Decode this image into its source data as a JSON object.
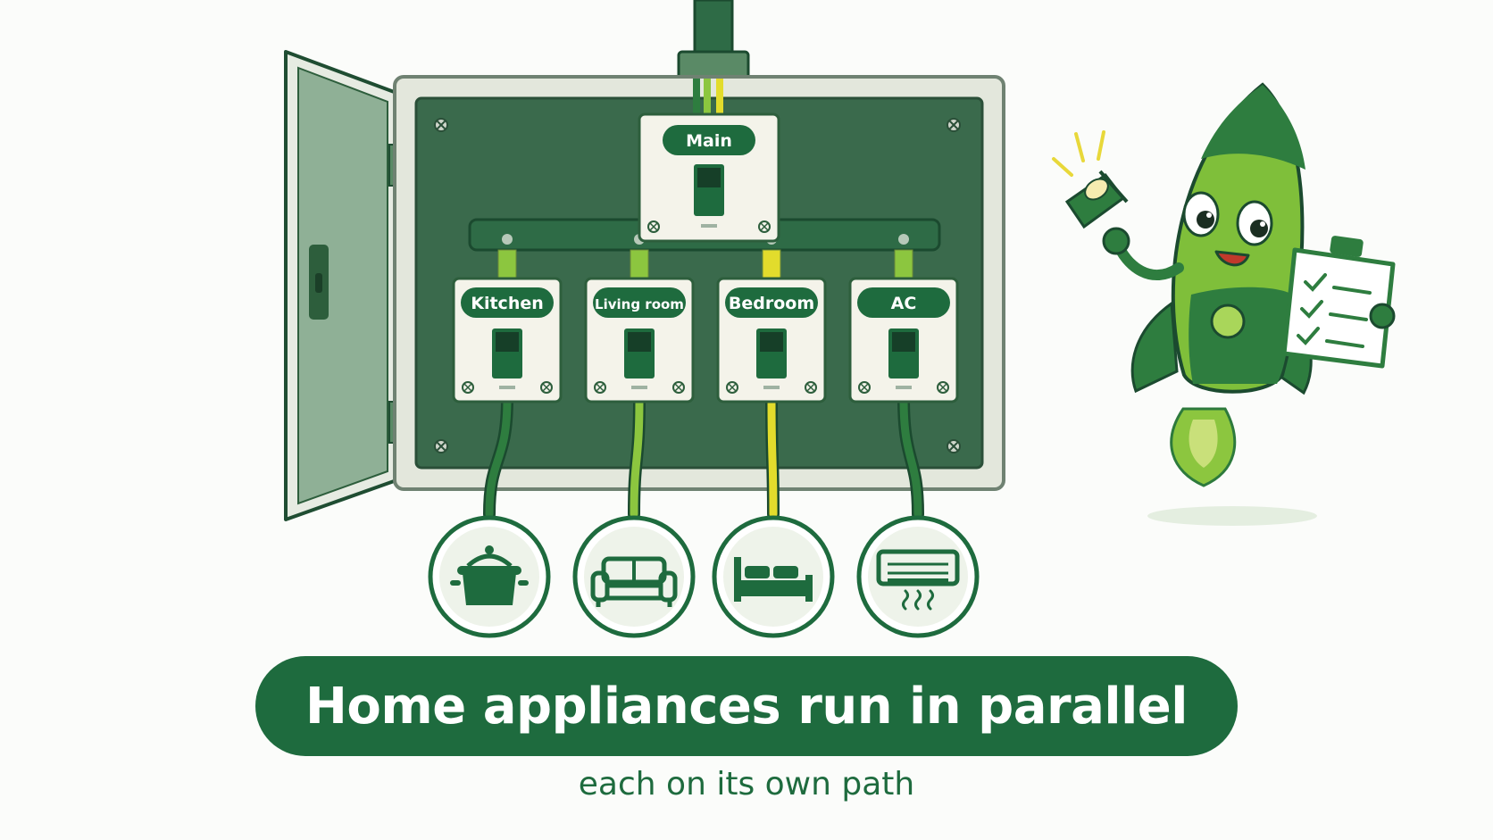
{
  "colors": {
    "dark_green": "#1e6b3e",
    "panel_green": "#3a6a4c",
    "light_green": "#8cc63f",
    "yellow": "#e2dc2c",
    "cream": "#f4f3ea",
    "text_green": "#1e6b3e"
  },
  "panel": {
    "main_breaker_label": "Main",
    "circuits": [
      {
        "label": "Kitchen",
        "wire_color": "#2e7d3f",
        "appliance_icon": "cooking-pot-icon"
      },
      {
        "label": "Living room",
        "wire_color": "#8cc63f",
        "appliance_icon": "sofa-icon"
      },
      {
        "label": "Bedroom",
        "wire_color": "#e2dc2c",
        "appliance_icon": "bed-icon"
      },
      {
        "label": "AC",
        "wire_color": "#2e7d3f",
        "appliance_icon": "air-conditioner-icon"
      }
    ]
  },
  "mascot": {
    "character": "rocket-mascot-icon",
    "holding": [
      "flashlight-icon",
      "clipboard-checklist-icon"
    ]
  },
  "caption": {
    "title": "Home appliances run in parallel",
    "subtitle": "each on its own path"
  }
}
